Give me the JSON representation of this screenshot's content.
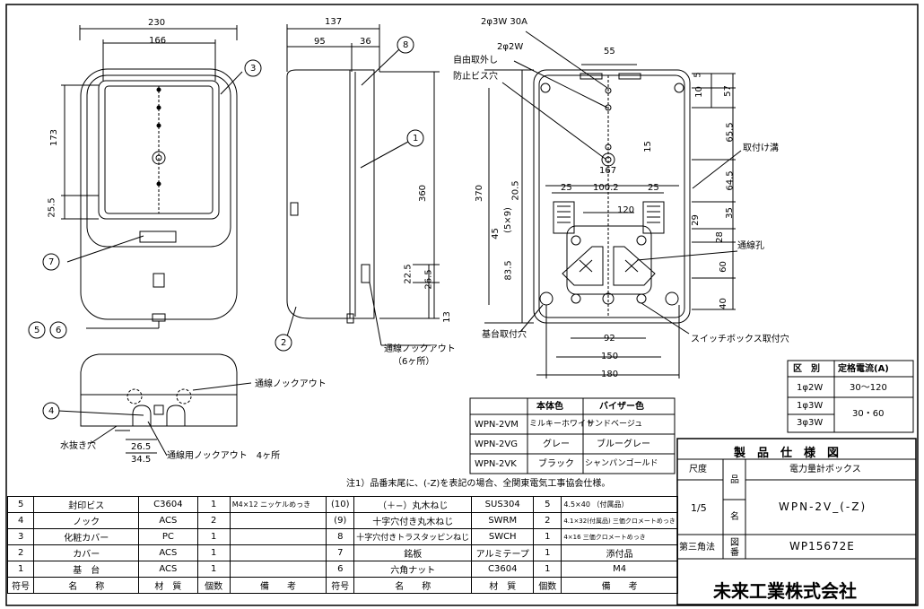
{
  "dims": {
    "front_width": "230",
    "front_inner_width": "166",
    "front_height_upper": "173",
    "front_small": "25.5",
    "side_depth": "137",
    "side_d1": "95",
    "side_d2": "36",
    "side_height": "360",
    "side_k1": "22.5",
    "side_k2": "26.5",
    "side_k3": "13",
    "rear_top_note1": "2φ3W 30A",
    "rear_top_note2": "2φ2W",
    "rear_55": "55",
    "rear_5": "5",
    "rear_10": "10",
    "rear_57": "57",
    "rear_65_5": "65.5",
    "rear_15": "15",
    "rear_167": "167",
    "rear_20_5": "20.5",
    "rear_25a": "25",
    "rear_100_2": "100.2",
    "rear_25b": "25",
    "rear_64_5": "64.5",
    "rear_120": "120",
    "rear_370": "370",
    "rear_45": "45",
    "rear_5x9": "(5×9)",
    "rear_29": "29",
    "rear_35": "35",
    "rear_28": "28",
    "rear_83_5": "83.5",
    "rear_60": "60",
    "rear_40": "40",
    "rear_92": "92",
    "rear_150": "150",
    "rear_180": "180",
    "bottom_26_5": "26.5",
    "bottom_34_5": "34.5"
  },
  "labels": {
    "self_tap_hole_1": "自由取外し",
    "self_tap_hole_2": "防止ビス穴",
    "mount_slot": "取付け溝",
    "wiring_hole": "通線孔",
    "base_mount_hole": "基台取付穴",
    "switch_box_hole": "スイッチボックス取付穴",
    "wiring_knockout_side": "通線ノックアウト",
    "wiring_knockout_count": "（6ヶ所）",
    "wiring_knockout_bottom": "通線ノックアウト",
    "drain_hole": "水抜き穴",
    "wiring_knockout_4": "通線用ノックアウト　4ヶ所"
  },
  "callouts": [
    "1",
    "2",
    "3",
    "4",
    "5",
    "6",
    "7",
    "8"
  ],
  "rating_table": {
    "headers": [
      "区　別",
      "定格電流(A)"
    ],
    "rows": [
      [
        "1φ2W",
        "30〜120"
      ],
      [
        "1φ3W",
        "30・60"
      ],
      [
        "3φ3W",
        ""
      ]
    ]
  },
  "color_table": {
    "headers": [
      "",
      "本体色",
      "バイザー色"
    ],
    "rows": [
      [
        "WPN-2VM",
        "ミルキーホワイト",
        "サンドベージュ"
      ],
      [
        "WPN-2VG",
        "グレー",
        "ブルーグレー"
      ],
      [
        "WPN-2VK",
        "ブラック",
        "シャンパンゴールド"
      ]
    ]
  },
  "note": "注1）品番末尾に、(-Z)を表記の場合、全関東電気工事協会仕様。",
  "parts_left": [
    [
      "5",
      "封印ビス",
      "C3604",
      "1",
      "M4×12 ニッケルめっき"
    ],
    [
      "4",
      "ノック",
      "ACS",
      "2",
      ""
    ],
    [
      "3",
      "化粧カバー",
      "PC",
      "1",
      ""
    ],
    [
      "2",
      "カバー",
      "ACS",
      "1",
      ""
    ],
    [
      "1",
      "基　台",
      "ACS",
      "1",
      ""
    ]
  ],
  "parts_right": [
    [
      "(10)",
      "（＋−）丸木ねじ",
      "SUS304",
      "5",
      "4.5×40 （付属品）"
    ],
    [
      "(9)",
      "十字穴付き丸木ねじ",
      "SWRM",
      "2",
      "4.1×32(付属品) 三価クロメートめっき"
    ],
    [
      "8",
      "十字穴付きトラスタッピンねじ",
      "SWCH",
      "1",
      "4×16 三価クロメートめっき"
    ],
    [
      "7",
      "銘板",
      "アルミテープ",
      "1",
      "添付品"
    ],
    [
      "6",
      "六角ナット",
      "C3604",
      "1",
      "M4"
    ]
  ],
  "parts_header": [
    "符号",
    "名　　称",
    "材　質",
    "個数",
    "備　　考",
    "符号",
    "名　　称",
    "材　質",
    "個数",
    "備　　考"
  ],
  "title_block": {
    "title": "製　品　仕　様　図",
    "scale_label": "尺度",
    "scale": "1/5",
    "hin": "品",
    "mei": "名",
    "zu": "図",
    "ban": "番",
    "projection": "第三角法",
    "product_name": "電力量計ボックス",
    "model": "WPN-2V_(-Z)",
    "drawing_no": "WP15672E",
    "company": "未来工業株式会社"
  }
}
